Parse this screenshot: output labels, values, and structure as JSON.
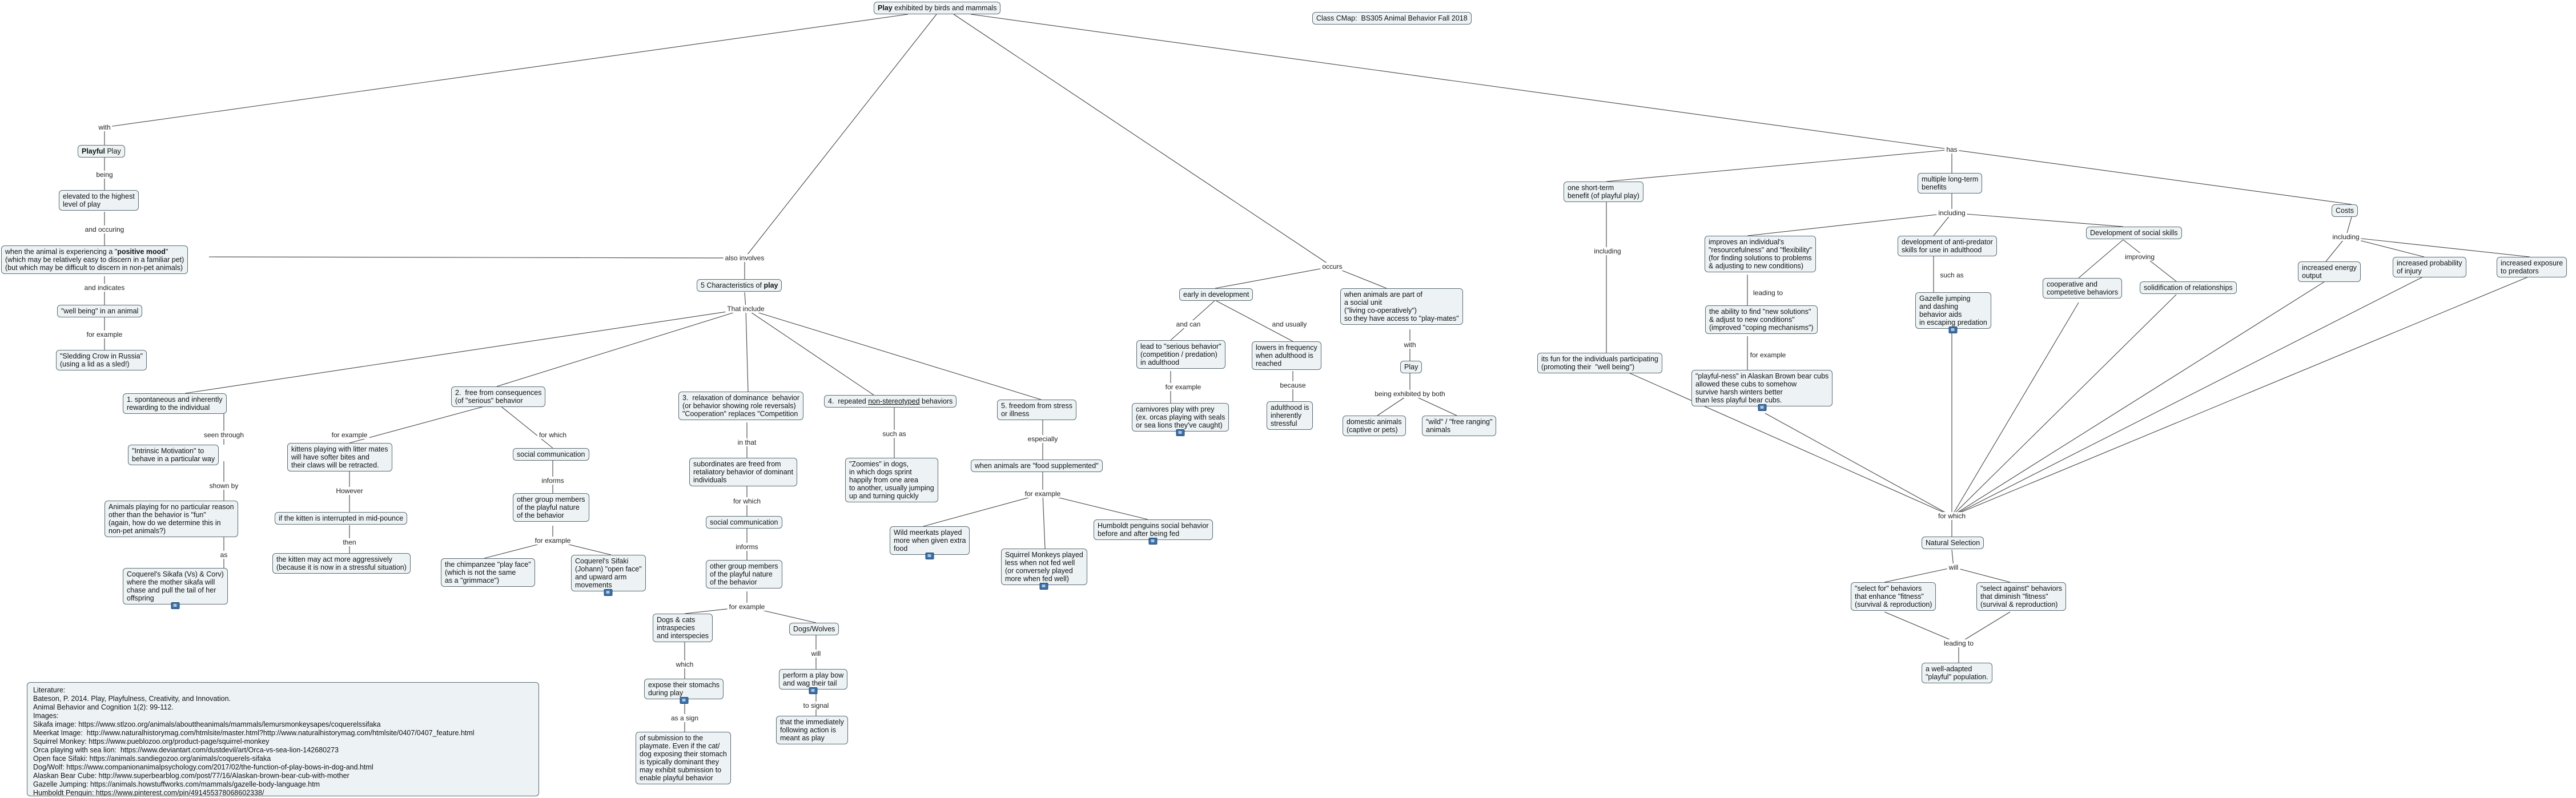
{
  "title_node": {
    "bold": "Play",
    "rest": " exhibited by birds and mammals"
  },
  "cmap_title": "Class CMap:  BS305 Animal Behavior Fall 2018",
  "nodes": {
    "playful": {
      "bold": "Playful",
      "rest": " Play"
    },
    "elevated": "elevated to the highest\nlevel of play",
    "mood_a": "when the animal is experiencing a \"",
    "mood_b": "positive mood",
    "mood_c": "\"\n(which may be relatively easy to discern in a familiar pet)\n(but which may be difficult to discern in non-pet animals)",
    "wellbeing": "\"well being\" in an animal",
    "sledding": "\"Sledding Crow in Russia\"\n(using a lid as a sled!)",
    "five_a": "5 Characteristics of ",
    "five_b": "play",
    "c1": "1. spontaneous and inherently\nrewarding to the individual",
    "intrinsic": "\"Intrinsic Motivation\" to\nbehave in a particular way",
    "animals_playing": "Animals playing for no particular reason\nother than the behavior is \"fun\"\n(again, how do we determine this in\nnon-pet animals?)",
    "coquerel1": "Coquerel's Sikafa (Vs) & Corv)\nwhere the mother sikafa will\nchase and pull the tail of her\noffspring",
    "c2": "2.  free from consequences\n(of \"serious\" behavior",
    "kittens": "kittens playing with litter mates\nwill have softer bites and\ntheir claws will be retracted.",
    "interrupted": "if the kitten is interrupted in mid-pounce",
    "aggressively": "the kitten may act more aggressively\n(because it is now in a stressful situation)",
    "social1": "social communication",
    "other_group1": "other group members\nof the playful nature\nof the behavior",
    "chimpanzee": "the chimpanzee \"play face\"\n(which is not the same\nas a \"grimmace\")",
    "coquerel2": "Coquerel's Sifaki\n(Johann) \"open face\"\nand upward arm\nmovements",
    "c3": "3.  relaxation of dominance  behavior\n(or behavior showing role reversals)\n\"Cooperation\" replaces \"Competition",
    "subordinates": "subordinates are freed from\nretaliatory behavior of dominant\nindividuals",
    "social2": "social communication",
    "other_group2": "other group members\nof the playful nature\nof the behavior",
    "dogs_cats": "Dogs & cats\nintraspecies\nand interspecies",
    "dogs_wolves": "Dogs/Wolves",
    "expose": "expose their stomachs\nduring play",
    "submission": "of submission to the\nplaymate. Even if the cat/\ndog exposing their stomach\nis typically dominant they\nmay exhibit submission to\nenable playful behavior",
    "play_bow": "perform a play bow\nand wag their tail",
    "immediately": "that the immediately\nfollowing action is\nmeant as play",
    "c4_a": "4.  repeated ",
    "c4_b": "non-stereotyped",
    "c4_c": " behaviors",
    "zoomies": "\"Zoomies\" in dogs,\nin which dogs sprint\nhappily from one area\nto another, usually jumping\nup and turning quickly",
    "c5": "5. freedom from stress\nor illness",
    "food": "when animals are \"food supplemented\"",
    "meerkats": "Wild meerkats played\nmore when given extra\nfood",
    "squirrel": "Squirrel Monkeys played\nless when not fed well\n(or conversely played\nmore when fed well)",
    "humboldt": "Humboldt penguins social behavior\nbefore and after being fed",
    "early": "early in development",
    "serious": "lead to \"serious behavior\"\n(competition / predation)\nin adulthood",
    "carnivores": "carnivores play with prey\n(ex. orcas playing with seals\nor sea lions they've caught)",
    "lowers": "lowers in frequency\nwhen adulthood is\nreached",
    "adulthood": "adulthood is\ninherently\nstressful",
    "social_unit": "when animals are part of\na social unit\n(\"living co-operatively\")\nso they have access to \"play-mates\"",
    "play_small": "Play",
    "domestic": "domestic animals\n(captive or pets)",
    "wild": "\"wild\" / \"free ranging\"\nanimals",
    "short_term": "one short-term\nbenefit (of playful play)",
    "fun": "its fun for the individuals participating\n(promoting their  \"well being\")",
    "long_term": "multiple long-term\nbenefits",
    "resourcefulness": "improves an individual's\n\"resourcefulness\" and \"flexibility\"\n(for finding solutions to problems\n& adjusting to new conditions)",
    "ability": "the ability to find \"new solutions\"\n& adjust to new conditions\"\n(improved \"coping mechanisms\")",
    "bear": "\"playful-ness\" in Alaskan Brown bear cubs\nallowed these cubs to somehow\nsurvive harsh winters better\nthan less playful bear cubs.",
    "anti_predator": "development of anti-predator\nskills for use in adulthood",
    "gazelle": "Gazelle jumping\nand dashing\nbehavior aids\nin escaping predation",
    "social_skills": "Development of social skills",
    "cooperative": "cooperative and\ncompetetive behaviors",
    "solidification": "solidification of relationships",
    "costs": "Costs",
    "energy": "increased energy\noutput",
    "injury": "increased probability\nof injury",
    "exposure": "increased exposure\nto predators",
    "natural_selection": "Natural Selection",
    "select_for": "\"select for\" behaviors\nthat enhance \"fitness\"\n(survival & reproduction)",
    "select_against": "\"select against\" behaviors\nthat diminish \"fitness\"\n(survival & reproduction)",
    "adapted": "a well-adapted\n\"playful\" population."
  },
  "labels": {
    "with1": "with",
    "being": "being",
    "occuring": "and occuring",
    "indicates": "and indicates",
    "for_example1": "for example",
    "also_involves": "also involves",
    "that_include": "That include",
    "seen_through": "seen through",
    "shown_by": "shown by",
    "as": "as",
    "for_example2": "for example",
    "however": "However",
    "then": "then",
    "for_which1": "for which",
    "informs1": "informs",
    "for_example3": "for example",
    "in_that": "in that",
    "for_which2": "for which",
    "informs2": "informs",
    "for_example4": "for example",
    "which": "which",
    "as_a_sign": "as a sign",
    "will": "will",
    "to_signal": "to signal",
    "such_as1": "such as",
    "especially": "especially",
    "for_example5": "for example",
    "occurs": "occurs",
    "and_can": "and can",
    "for_example6": "for example",
    "and_usually": "and usually",
    "because": "because",
    "with2": "with",
    "being_exhibited": "being exhibited by both",
    "has": "has",
    "including1": "including",
    "including2": "including",
    "leading_to1": "leading to",
    "for_example7": "for example",
    "such_as2": "such as",
    "improving": "improving",
    "including3": "including",
    "for_which3": "for which",
    "will2": "will",
    "leading_to2": "leading to"
  },
  "literature": "Literature:\nBateson, P. 2014. Play, Playfulness, Creativity, and Innovation.\nAnimal Behavior and Cognition 1(2): 99-112.\nImages:\nSikafa image: https://www.stlzoo.org/animals/abouttheanimals/mammals/lemursmonkeysapes/coquerelssifaka\nMeerkat Image:  http://www.naturalhistorymag.com/htmlsite/master.html?http://www.naturalhistorymag.com/htmlsite/0407/0407_feature.html\nSquirrel Monkey: https://www.pueblozoo.org/product-page/squirrel-monkey\nOrca playing with sea lion:  https://www.deviantart.com/dustdevil/art/Orca-vs-sea-lion-142680273\nOpen face Sifaki: https://animals.sandiegozoo.org/animals/coquerels-sifaka\nDog/Wolf: https://www.companionanimalpsychology.com/2017/02/the-function-of-play-bows-in-dog-and.html\nAlaskan Bear Cube: http://www.superbearblog.com/post/77/16/Alaskan-brown-bear-cub-with-mother\nGazelle Jumping: https://animals.howstuffworks.com/mammals/gazelle-body-language.htm\nHumboldt Penguin: https://www.pinterest.com/pin/491455378068602338/"
}
